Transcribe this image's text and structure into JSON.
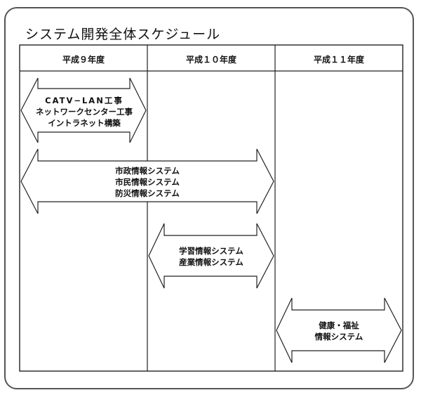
{
  "title": "システム開発全体スケジュール",
  "headers": [
    "平成９年度",
    "平成１０年度",
    "平成１１年度"
  ],
  "phases": [
    {
      "lines": [
        "CATV−LAN工事",
        "ネットワークセンター工事",
        "イントラネット構築"
      ]
    },
    {
      "lines": [
        "市政情報システム",
        "市民情報システム",
        "防災情報システム"
      ]
    },
    {
      "lines": [
        "学習情報システム",
        "産業情報システム"
      ]
    },
    {
      "lines": [
        "健康・福祉",
        "情報システム"
      ]
    }
  ]
}
